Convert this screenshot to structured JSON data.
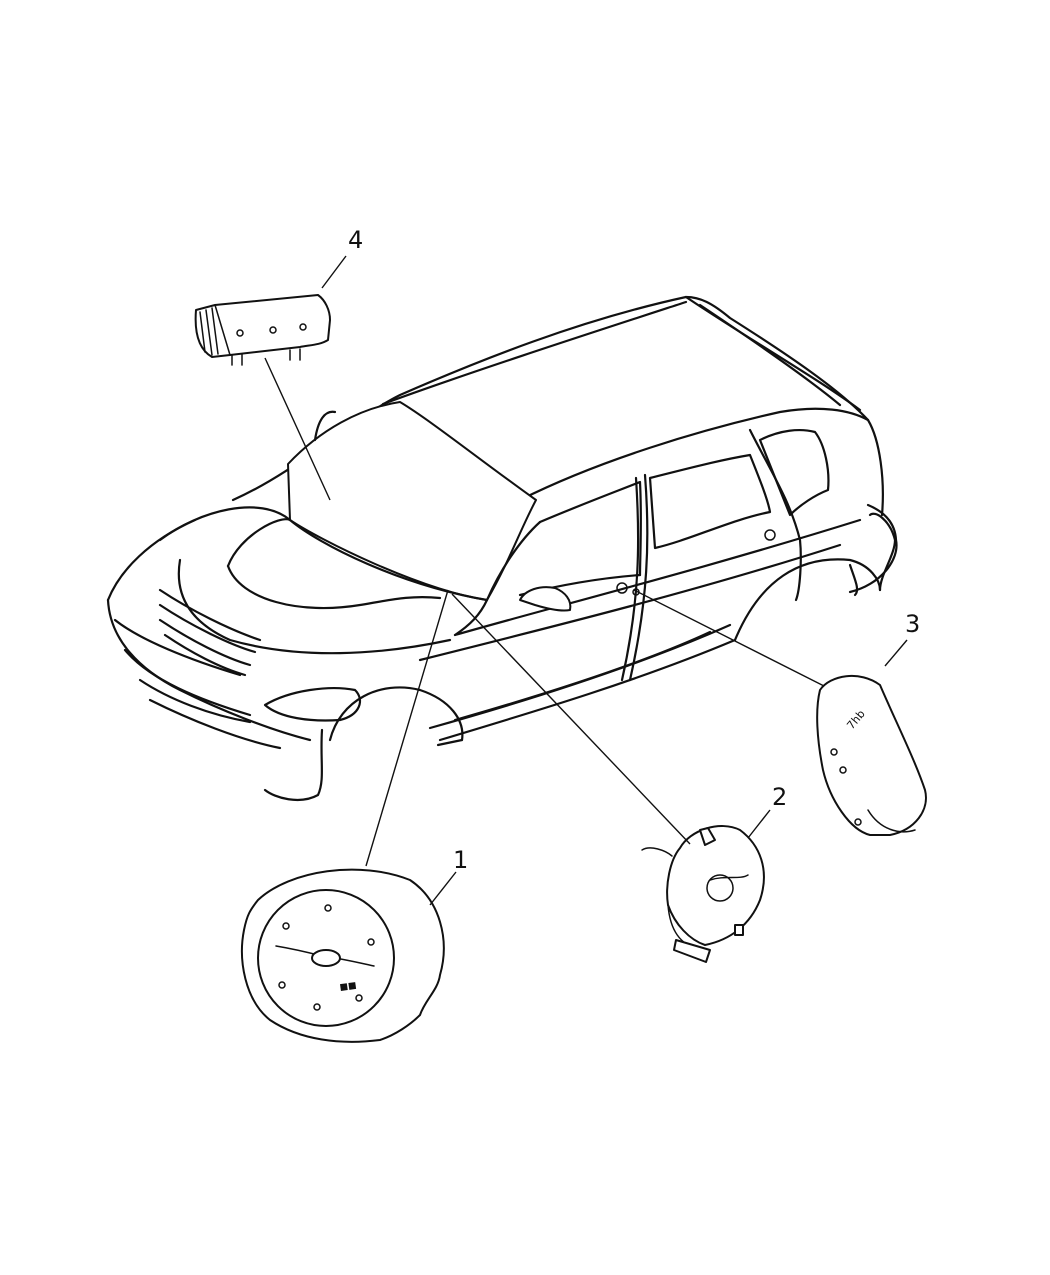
{
  "callouts": [
    {
      "number": "1",
      "part": "driver-airbag"
    },
    {
      "number": "2",
      "part": "clockspring"
    },
    {
      "number": "3",
      "part": "side-airbag"
    },
    {
      "number": "4",
      "part": "passenger-airbag"
    }
  ]
}
